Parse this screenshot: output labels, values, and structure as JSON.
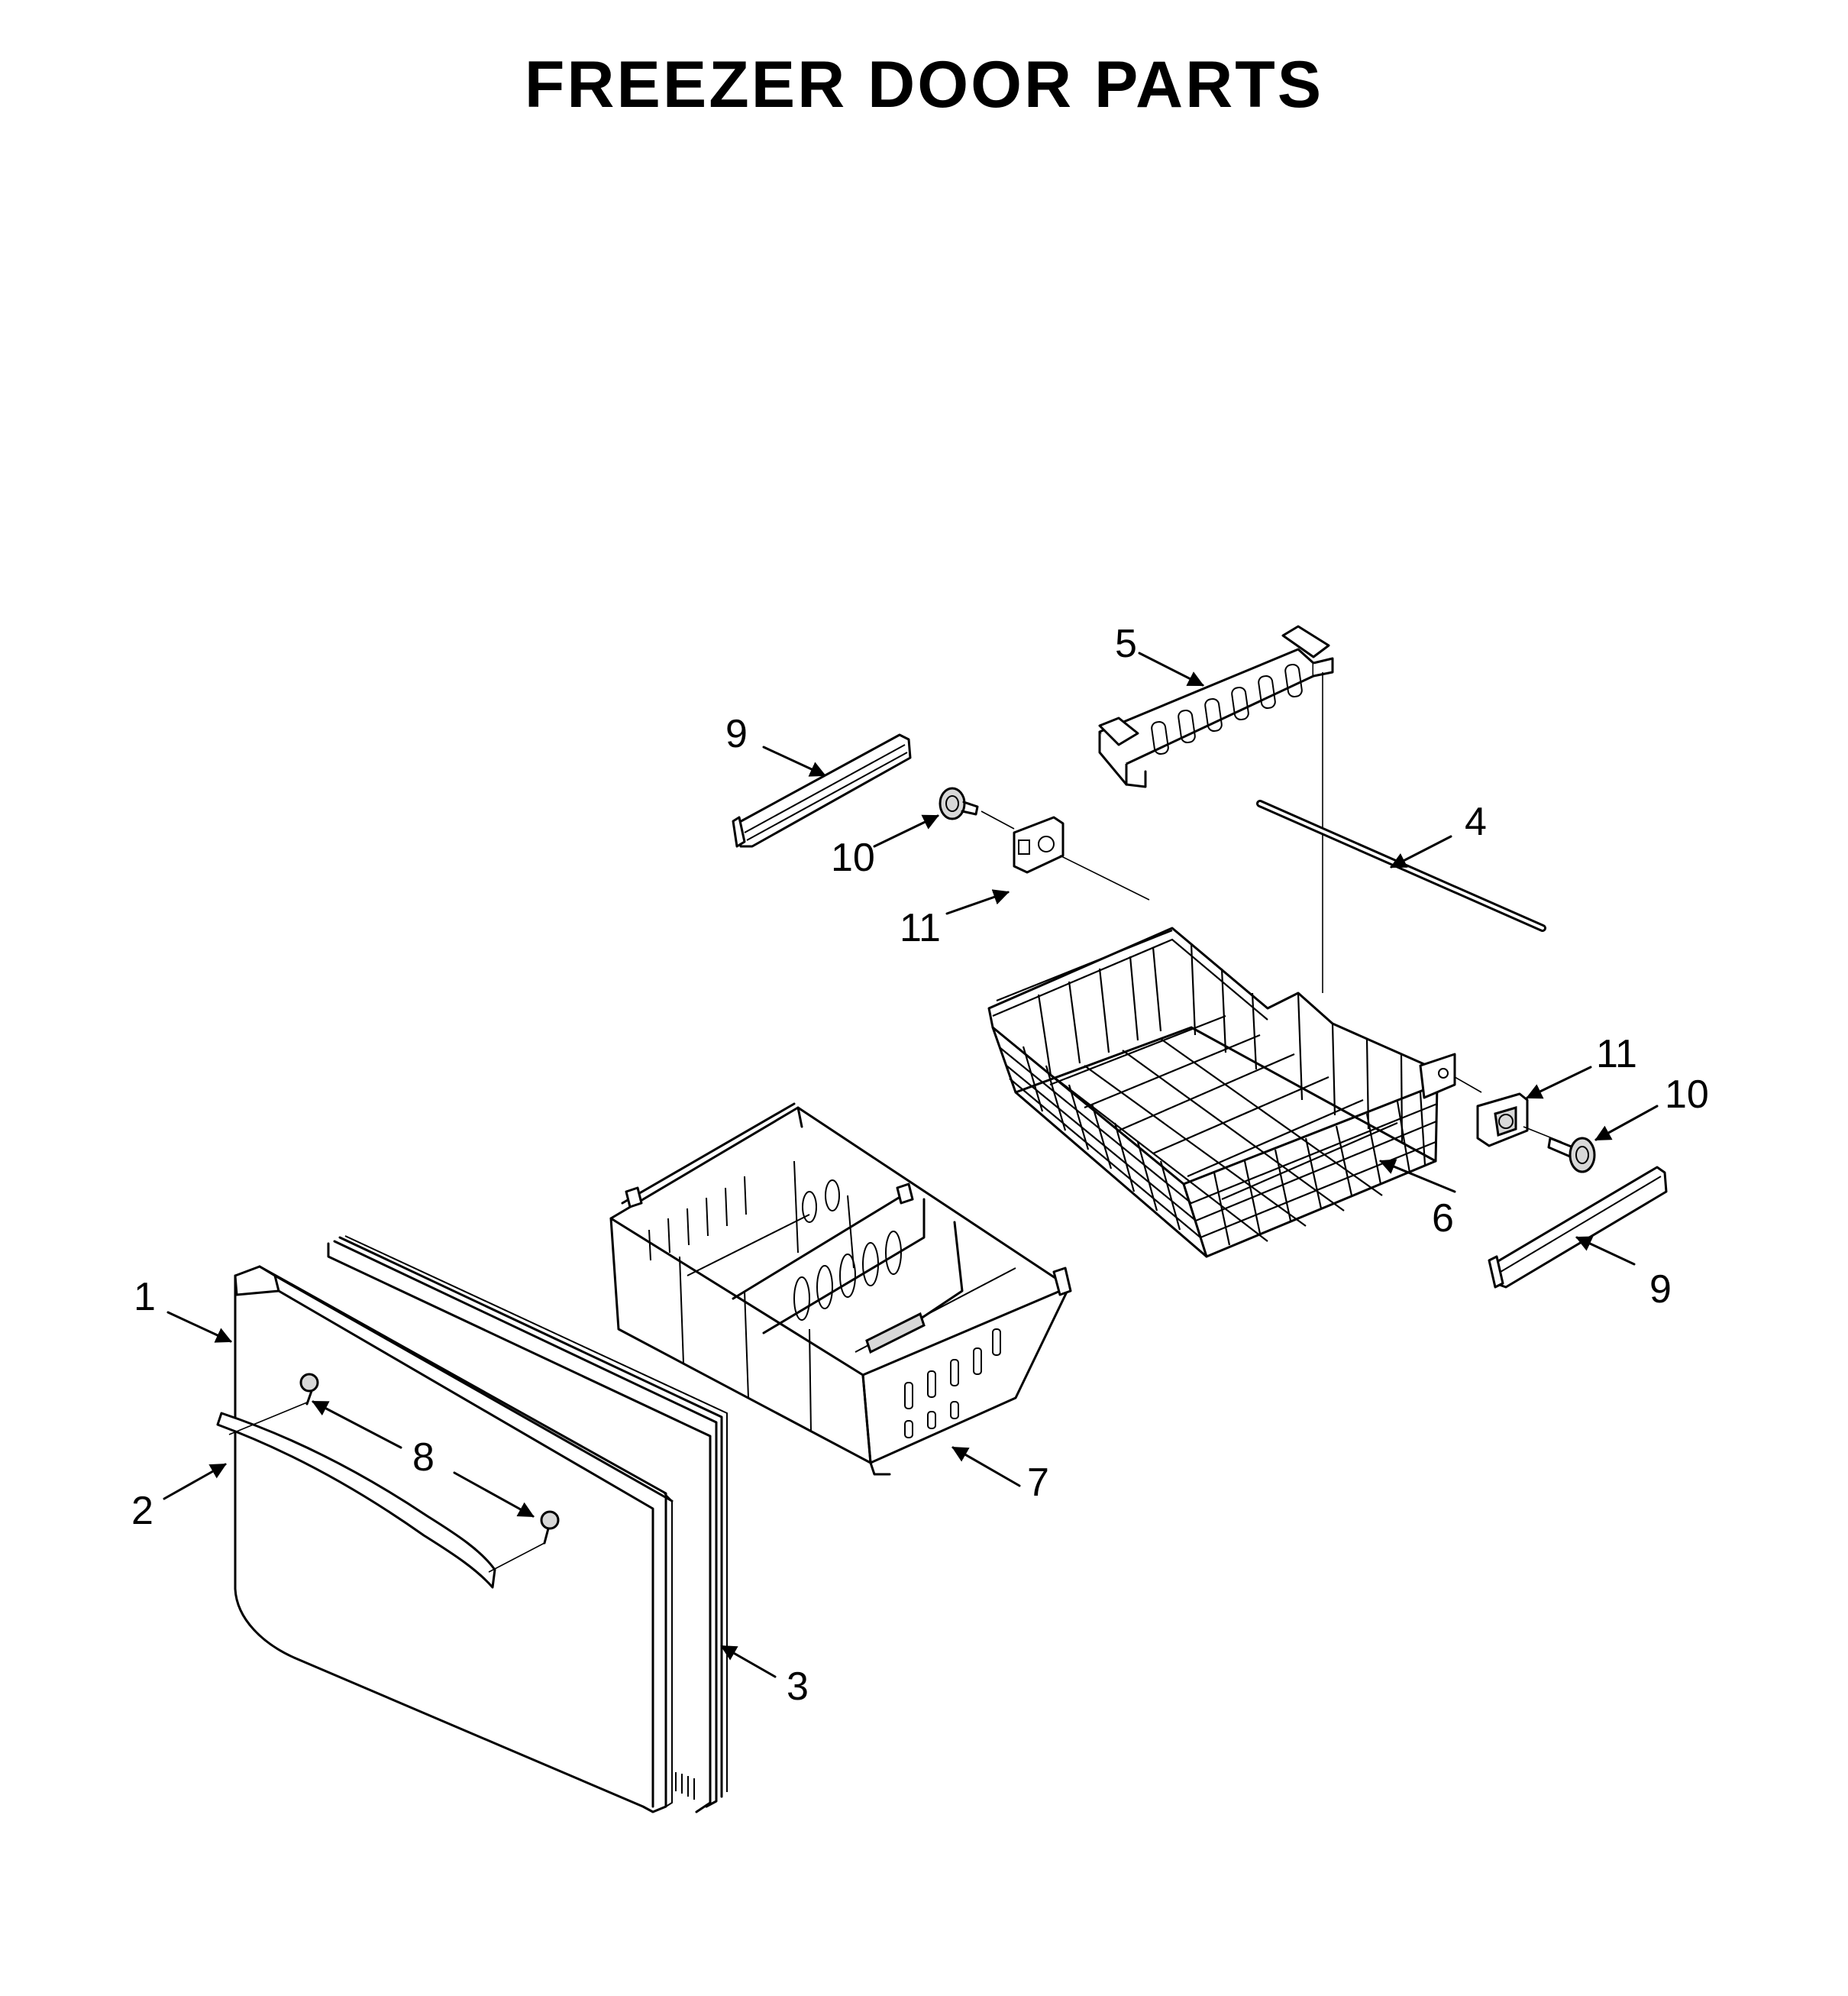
{
  "title": "FREEZER DOOR PARTS",
  "callouts": [
    {
      "id": "1",
      "label": "1",
      "part": "freezer door"
    },
    {
      "id": "2",
      "label": "2",
      "part": "door handle"
    },
    {
      "id": "3",
      "label": "3",
      "part": "door gasket"
    },
    {
      "id": "4",
      "label": "4",
      "part": "basket rod"
    },
    {
      "id": "5",
      "label": "5",
      "part": "basket divider"
    },
    {
      "id": "6",
      "label": "6",
      "part": "upper wire basket"
    },
    {
      "id": "7",
      "label": "7",
      "part": "lower freezer bin"
    },
    {
      "id": "8",
      "label": "8",
      "part": "handle screws"
    },
    {
      "id": "9",
      "label": "9",
      "part": "slide rail"
    },
    {
      "id": "10",
      "label": "10",
      "part": "gear"
    },
    {
      "id": "11",
      "label": "11",
      "part": "gear housing"
    }
  ]
}
